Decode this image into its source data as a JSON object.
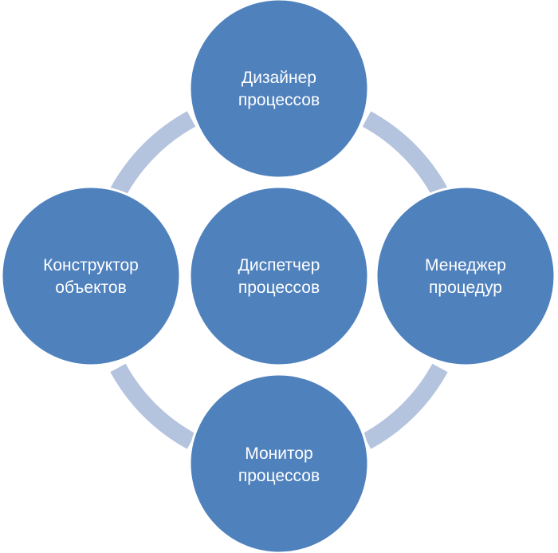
{
  "colors": {
    "node_fill": "#4f81bd",
    "ring": "#b4c3de",
    "background": "#ffffff"
  },
  "nodes": {
    "top": {
      "line1": "Дизайнер",
      "line2": "процессов"
    },
    "left": {
      "line1": "Конструктор",
      "line2": "объектов"
    },
    "center": {
      "line1": "Диспетчер",
      "line2": "процессов"
    },
    "right": {
      "line1": "Менеджер",
      "line2": "процедур"
    },
    "bottom": {
      "line1": "Монитор",
      "line2": "процессов"
    }
  }
}
